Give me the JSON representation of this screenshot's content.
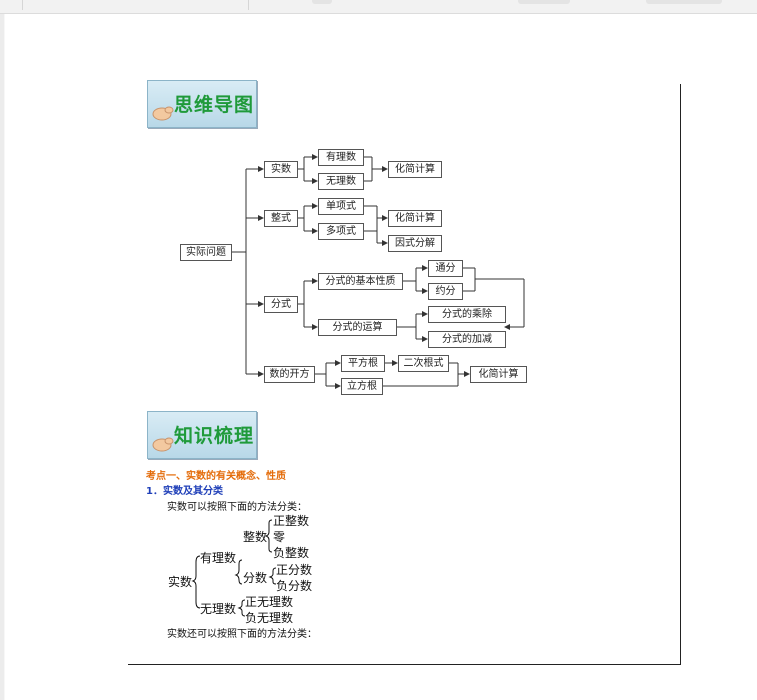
{
  "mindmap_header": "思维导图",
  "knowledge_header": "知识梳理",
  "mindmap": {
    "root": "实际问题",
    "shishu": "实数",
    "youlishu": "有理数",
    "wulishu": "无理数",
    "huajian1": "化简计算",
    "zhengshi": "整式",
    "danxiangshi": "单项式",
    "duoxiangshi": "多项式",
    "huajian2": "化简计算",
    "yinshi": "因式分解",
    "fenshi": "分式",
    "fenshi_jiben": "分式的基本性质",
    "tongfen": "通分",
    "yuefen": "约分",
    "fenshi_yunsuan": "分式的运算",
    "chengchu": "分式的乘除",
    "jiajian": "分式的加减",
    "kaifang": "数的开方",
    "pingfanggen": "平方根",
    "erci": "二次根式",
    "lifanggen": "立方根",
    "huajian3": "化简计算"
  },
  "section1_title": "考点一、实数的有关概念、性质",
  "section1_sub": "1．实数及其分类",
  "text_line1": "实数可以按照下面的方法分类：",
  "classification": {
    "shishu": "实数",
    "youlishu": "有理数",
    "zhengshu": "整数",
    "zhengzhengshu": "正整数",
    "ling": "零",
    "fuzhengshu": "负整数",
    "fenshu": "分数",
    "zhengfenshu": "正分数",
    "fufenshu": "负分数",
    "wulishu": "无理数",
    "zhengwulishu": "正无理数",
    "fuwulishu": "负无理数"
  },
  "text_line2": "实数还可以按照下面的方法分类："
}
